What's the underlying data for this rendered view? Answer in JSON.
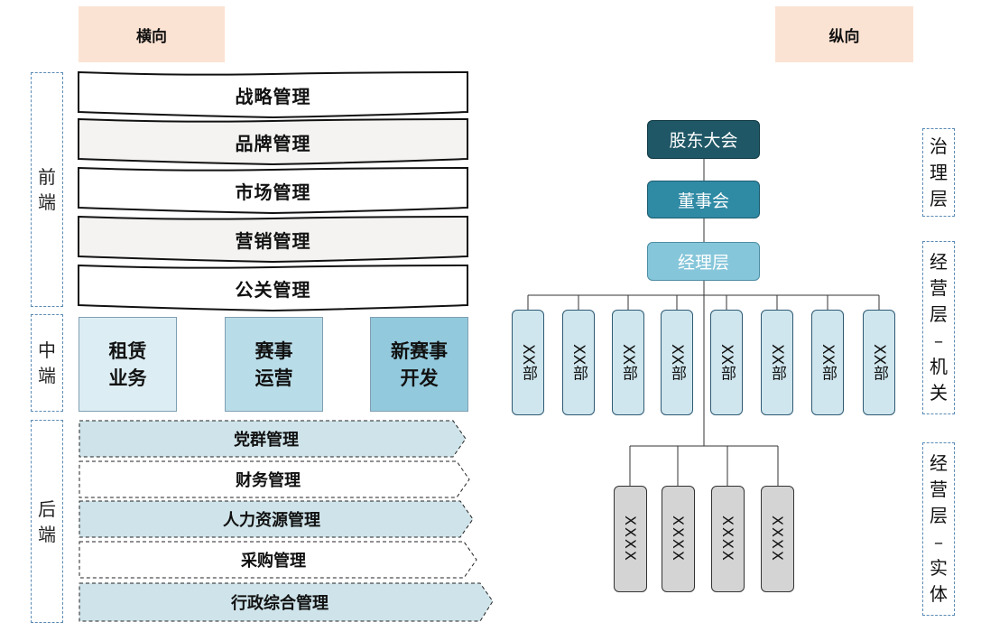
{
  "headers": {
    "horizontal": "横向",
    "vertical": "纵向"
  },
  "side_labels": {
    "front": [
      "前",
      "端"
    ],
    "middle": [
      "中",
      "端"
    ],
    "back": [
      "后",
      "端"
    ]
  },
  "front_items": [
    "战略管理",
    "品牌管理",
    "市场管理",
    "营销管理",
    "公关管理"
  ],
  "middle_items": [
    {
      "lines": [
        "租赁",
        "业务"
      ],
      "color": "#dcedf3"
    },
    {
      "lines": [
        "赛事",
        "运营"
      ],
      "color": "#b9dde8"
    },
    {
      "lines": [
        "新赛事",
        "开发"
      ],
      "color": "#93c9dc"
    }
  ],
  "back_items": [
    "党群管理",
    "财务管理",
    "人力资源管理",
    "采购管理",
    "行政综合管理"
  ],
  "org": {
    "shareholders": "股东大会",
    "board": "董事会",
    "management": "经理层",
    "departments": [
      "XX部",
      "XX部",
      "XX部",
      "XX部",
      "XX部",
      "XX部",
      "XX部",
      "XX部"
    ],
    "entities": [
      "XXXX",
      "XXXX",
      "XXXX",
      "XXXX"
    ]
  },
  "colors": {
    "shareholders": "#1f5766",
    "board": "#2f8aa4",
    "management": "#86c6da",
    "header_bg": "#fbe3d3"
  },
  "right_labels": {
    "governance": [
      "治",
      "理",
      "层"
    ],
    "operations_hq": [
      "经",
      "营",
      "层",
      "–",
      "机",
      "关"
    ],
    "operations_entity": [
      "经",
      "营",
      "层",
      "–",
      "实",
      "体"
    ]
  }
}
